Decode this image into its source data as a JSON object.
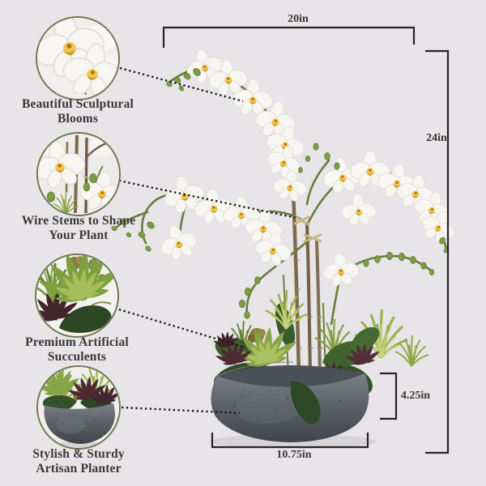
{
  "page": {
    "background": "#e7e5e8",
    "photo_alt": "White artificial phalaenopsis orchid arrangement with succulents and greenery in a round gray stone planter"
  },
  "callouts": [
    {
      "id": "blooms",
      "line1": "Beautiful Sculptural",
      "line2": "Blooms"
    },
    {
      "id": "wire-stems",
      "line1": "Wire Stems to Shape",
      "line2": "Your Plant"
    },
    {
      "id": "succulents",
      "line1": "Premium Artificial",
      "line2": "Succulents"
    },
    {
      "id": "planter",
      "line1": "Stylish & Sturdy",
      "line2": "Artisan Planter"
    }
  ],
  "dimensions": {
    "overall_width": "20in",
    "overall_height": "24in",
    "planter_height": "4.25in",
    "planter_width": "10.75in"
  },
  "colors": {
    "background": "#e7e5e8",
    "callout_ring": "#6f7850",
    "label_text": "#3a3836",
    "dimension_line": "#262626",
    "leader_line": "#141414",
    "planter_gray": "#5d626a",
    "leaf_green": "#33522a",
    "succulent_green": "#8caa4a",
    "grass_green": "#9db24c",
    "burgundy": "#4e2b33",
    "bud_green": "#7e9b46",
    "bloom_white": "#f8f6f3",
    "bloom_center_yellow": "#e5b33c",
    "stem_brown": "#7c6a4d",
    "raffia_tan": "#c8b684"
  }
}
